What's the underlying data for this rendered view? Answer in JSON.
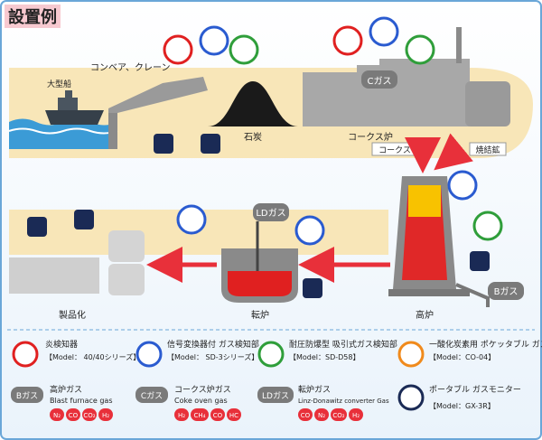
{
  "title": "設置例",
  "labels": {
    "large_ship": "大型船",
    "conveyor": "コンベア、クレーン",
    "coal": "石炭",
    "coke_oven": "コークス炉",
    "c_gas": "Cガス",
    "coke": "コークス",
    "sintered_ore": "焼結鉱",
    "ld_gas": "LDガス",
    "b_gas": "Bガス",
    "products": "製品化",
    "converter": "転炉",
    "blast_furnace": "高炉"
  },
  "legend": {
    "items": [
      {
        "name": "炎検知器",
        "model": "【Model：\n40/40シリーズ】",
        "ring": "#e02020"
      },
      {
        "name": "信号変換器付\nガス検知部",
        "model": "【Model：\nSD-3シリーズ】",
        "ring": "#2a5bd0"
      },
      {
        "name": "耐圧防爆型\n吸引式ガス検知部",
        "model": "【Model：SD-D58】",
        "ring": "#2f9e3a"
      },
      {
        "name": "一酸化炭素用\nポケッタブル\nガスモニター",
        "model": "【Model：CO-04】",
        "ring": "#f08a1c"
      },
      {
        "name": "ポータブル\nガスモニター",
        "model": "【Model：GX-3R】",
        "ring": "#1a2a55"
      }
    ],
    "gases": [
      {
        "badge": "Bガス",
        "name": "高炉ガス",
        "en": "Blast furnace gas",
        "chips": [
          "N₂",
          "CO",
          "CO₂",
          "H₂"
        ]
      },
      {
        "badge": "Cガス",
        "name": "コークス炉ガス",
        "en": "Coke oven gas",
        "chips": [
          "H₂",
          "CH₄",
          "CO",
          "HC"
        ]
      },
      {
        "badge": "LDガス",
        "name": "転炉ガス",
        "en": "Linz-Donawitz converter Gas",
        "chips": [
          "CO",
          "N₂",
          "CO₂",
          "H₂"
        ]
      }
    ]
  },
  "colors": {
    "band": "#f8e6b8",
    "factory": "#a8a8a8",
    "arrow": "#e8303a",
    "chip": "#e8303a",
    "title_bg": "#f7c9d0"
  }
}
